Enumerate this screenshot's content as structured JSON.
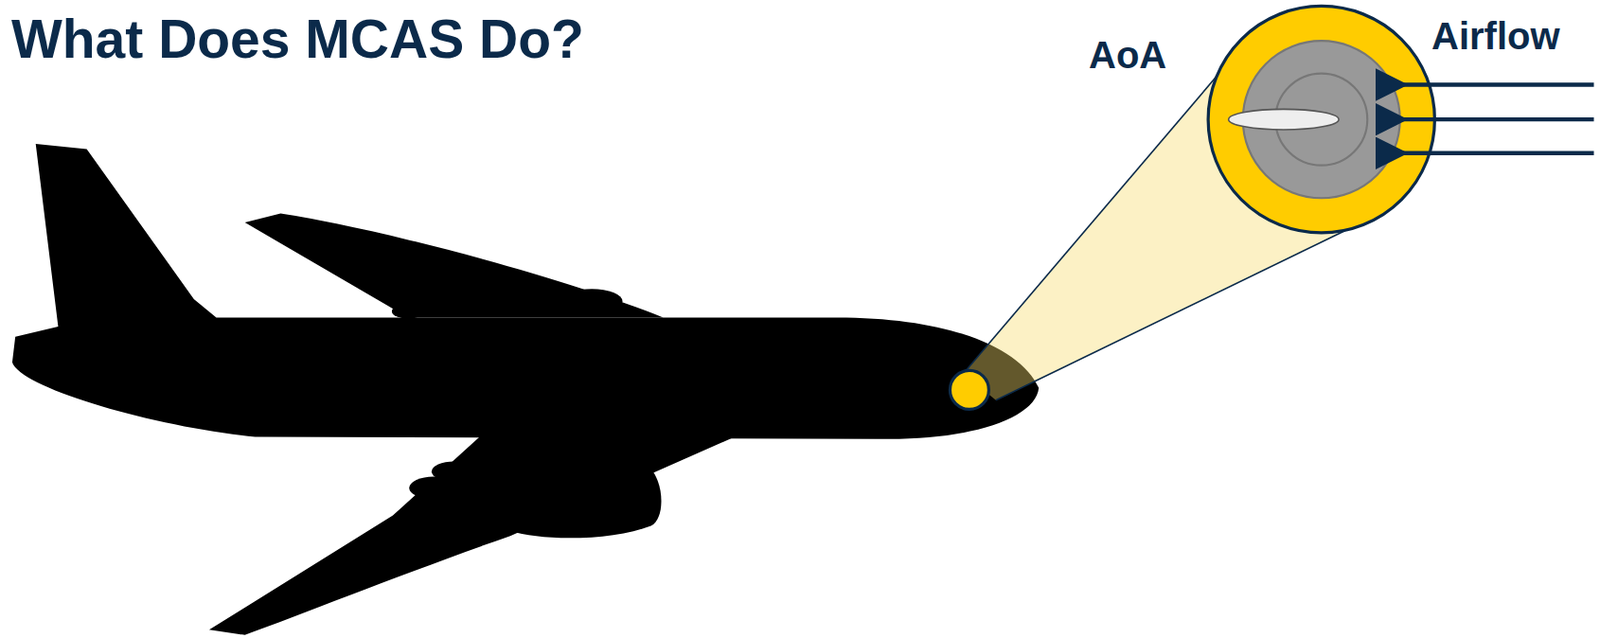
{
  "diagram": {
    "title": "What Does MCAS Do?",
    "labels": [
      "AoA",
      "Airflow"
    ]
  }
}
